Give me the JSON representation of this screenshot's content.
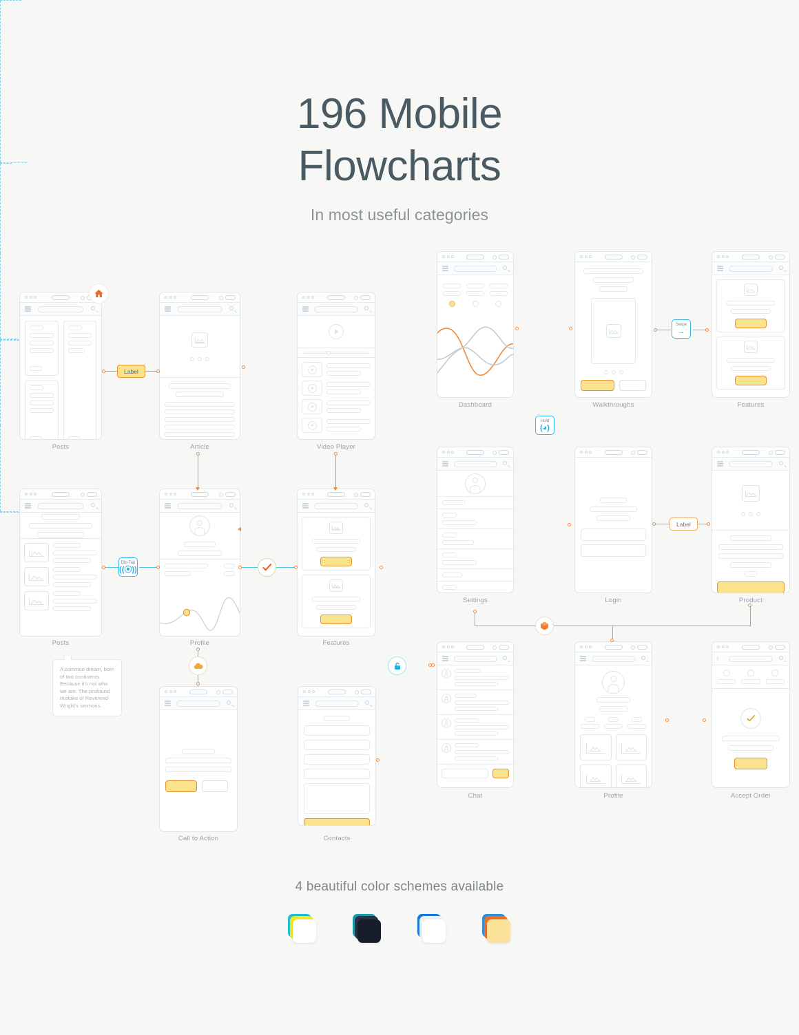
{
  "header": {
    "title_line1": "196 Mobile",
    "title_line2": "Flowcharts",
    "subtitle": "In most useful categories"
  },
  "footer": {
    "caption": "4 beautiful color schemes available",
    "swatches": [
      {
        "name": "scheme-1",
        "layers": [
          "#19c0d8",
          "#f5e522",
          "#ffffff"
        ]
      },
      {
        "name": "scheme-2",
        "layers": [
          "#1a9aa8",
          "#2b3447",
          "#171d2b"
        ]
      },
      {
        "name": "scheme-3",
        "layers": [
          "#1177d8",
          "#eef2f5",
          "#ffffff"
        ]
      },
      {
        "name": "scheme-4",
        "layers": [
          "#2f8fd8",
          "#e8712c",
          "#fbe49a"
        ]
      }
    ]
  },
  "colors": {
    "accent_orange": "#ef8a3c",
    "accent_cyan": "#4fc3e8",
    "accent_yellow": "#fbe28d",
    "wire_gray": "#e3e9ed",
    "label_text": "#9aa3a9",
    "page_bg": "#f7f7f5"
  },
  "screens": [
    {
      "id": "posts-grid",
      "label": "Posts"
    },
    {
      "id": "article",
      "label": "Article"
    },
    {
      "id": "video-player",
      "label": "Video Player"
    },
    {
      "id": "posts-list",
      "label": "Posts"
    },
    {
      "id": "profile-chart",
      "label": "Profile"
    },
    {
      "id": "features-left",
      "label": "Features"
    },
    {
      "id": "call-to-action",
      "label": "Call to Action"
    },
    {
      "id": "contacts",
      "label": "Contacts"
    },
    {
      "id": "dashboard",
      "label": "Dashboard"
    },
    {
      "id": "walkthroughs",
      "label": "Walkthroughs"
    },
    {
      "id": "features-right",
      "label": "Features"
    },
    {
      "id": "settings",
      "label": "Settings"
    },
    {
      "id": "login",
      "label": "Login"
    },
    {
      "id": "product",
      "label": "Product"
    },
    {
      "id": "chat",
      "label": "Chat"
    },
    {
      "id": "profile-grid",
      "label": "Profile"
    },
    {
      "id": "accept-order",
      "label": "Accept Order"
    }
  ],
  "badges": [
    {
      "id": "home",
      "kind": "circle-icon",
      "icon": "home-icon",
      "text": ""
    },
    {
      "id": "label-1",
      "kind": "label-yellow",
      "icon": "",
      "text": "Label"
    },
    {
      "id": "dbl-tap",
      "kind": "gesture",
      "icon": "tap-icon",
      "text": "Dbl-Tap"
    },
    {
      "id": "check",
      "kind": "circle-icon",
      "icon": "check-icon",
      "text": ""
    },
    {
      "id": "cloud",
      "kind": "circle-icon",
      "icon": "cloud-icon",
      "text": ""
    },
    {
      "id": "lock",
      "kind": "circle-icon",
      "icon": "lock-icon",
      "text": ""
    },
    {
      "id": "swipe",
      "kind": "gesture",
      "icon": "arrow-right-icon",
      "text": "Swipe"
    },
    {
      "id": "hold",
      "kind": "gesture",
      "icon": "clock-icon",
      "text": "Hold"
    },
    {
      "id": "label-2",
      "kind": "label-white",
      "icon": "",
      "text": "Label"
    },
    {
      "id": "hexagon",
      "kind": "circle-icon",
      "icon": "hexagon-icon",
      "text": ""
    }
  ],
  "note": {
    "text": "A common dream, born of two continents. Because it's not who we are. The profound mistake of Reverend Wright's sermons."
  },
  "dashboard_chart": {
    "type": "line",
    "series": [
      {
        "name": "series-orange",
        "color": "#ef8a3c"
      },
      {
        "name": "series-gray-1",
        "color": "#c2ccd3"
      },
      {
        "name": "series-gray-2",
        "color": "#c2ccd3"
      }
    ],
    "stat_columns": 3,
    "selected_index": 0
  }
}
